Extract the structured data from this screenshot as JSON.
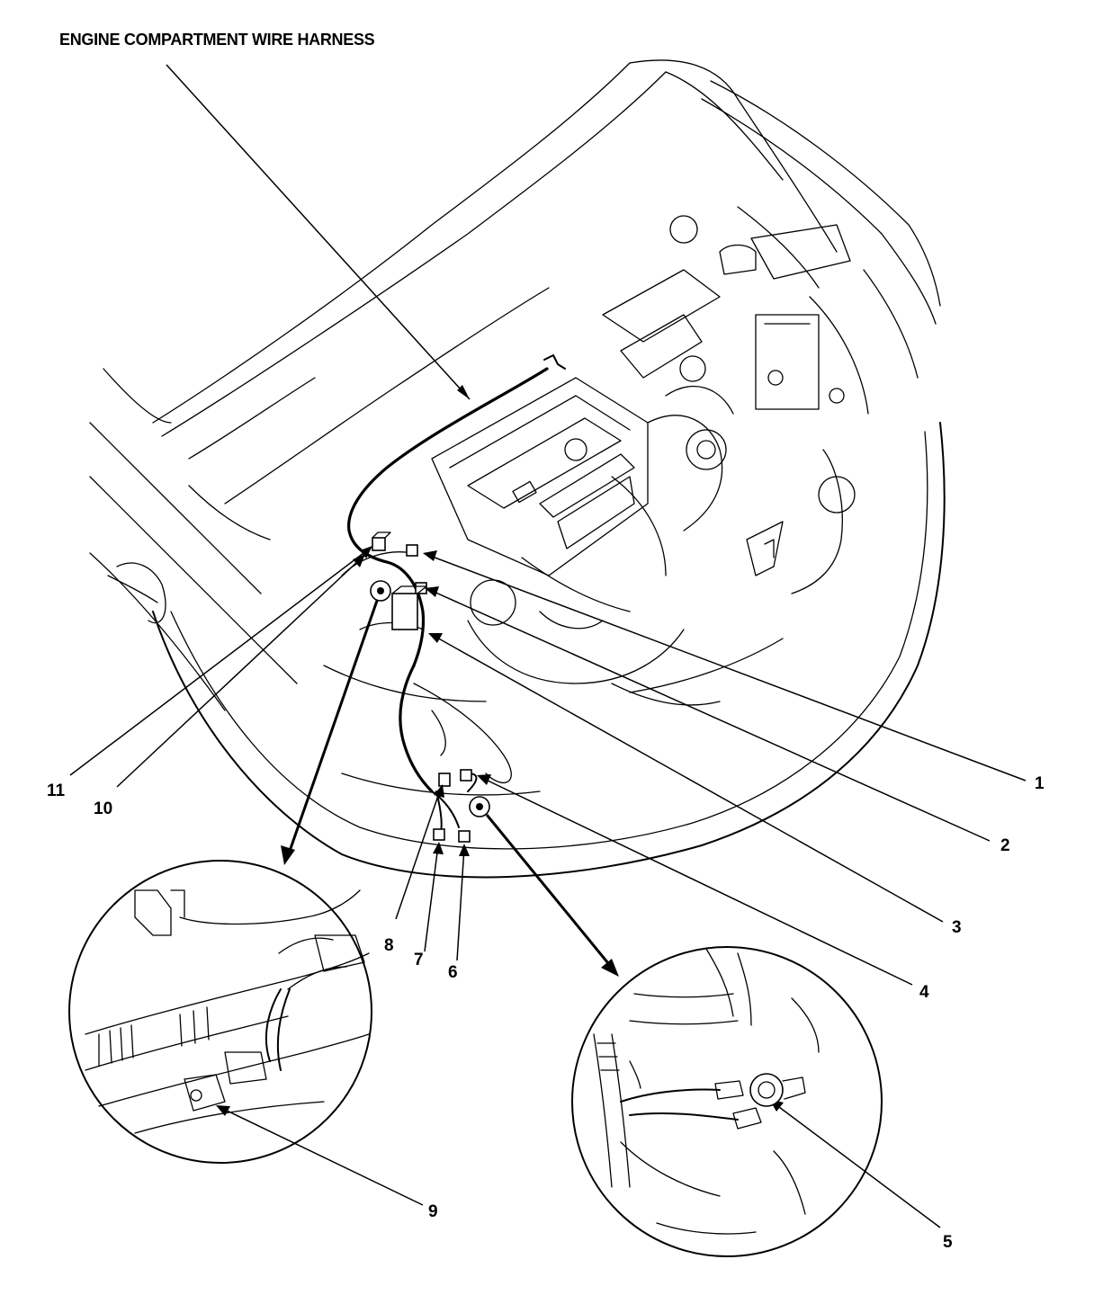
{
  "title": "ENGINE COMPARTMENT WIRE HARNESS",
  "callouts": [
    {
      "id": "1",
      "label": "1"
    },
    {
      "id": "2",
      "label": "2"
    },
    {
      "id": "3",
      "label": "3"
    },
    {
      "id": "4",
      "label": "4"
    },
    {
      "id": "5",
      "label": "5"
    },
    {
      "id": "6",
      "label": "6"
    },
    {
      "id": "7",
      "label": "7"
    },
    {
      "id": "8",
      "label": "8"
    },
    {
      "id": "9",
      "label": "9"
    },
    {
      "id": "10",
      "label": "10"
    },
    {
      "id": "11",
      "label": "11"
    }
  ],
  "colors": {
    "line": "#000000",
    "background": "#ffffff"
  }
}
